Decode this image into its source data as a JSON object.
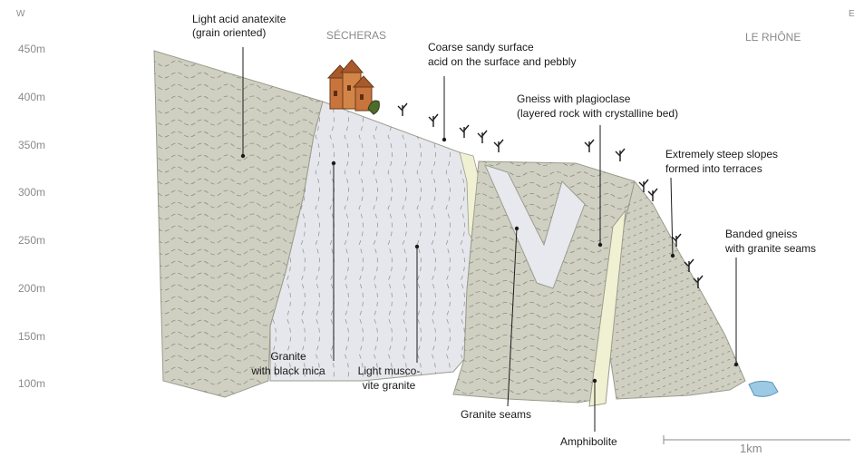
{
  "compass": {
    "west": "W",
    "east": "E"
  },
  "altitudes": [
    "450m",
    "400m",
    "350m",
    "300m",
    "250m",
    "200m",
    "150m",
    "100m"
  ],
  "places": {
    "village": "SÉCHERAS",
    "river": "LE RHÔNE"
  },
  "labels": {
    "anatexite_1": "Light acid anatexite",
    "anatexite_2": "(grain oriented)",
    "surface_1": "Coarse sandy surface",
    "surface_2": "acid on the surface and pebbly",
    "gneiss_1": "Gneiss with plagioclase",
    "gneiss_2": "(layered rock with crystalline bed)",
    "slopes_1": "Extremely steep slopes",
    "slopes_2": "formed into terraces",
    "banded_1": "Banded gneiss",
    "banded_2": "with granite seams",
    "granite_black_1": "Granite",
    "granite_black_2": "with black mica",
    "muscovite_1": "Light musco-",
    "muscovite_2": "vite granite",
    "seams": "Granite seams",
    "amphibolite": "Amphibolite"
  },
  "scale": {
    "label": "1km"
  },
  "colors": {
    "rock_greige": "#cfd0c1",
    "granite_light": "#e6e7ec",
    "seam_yellow": "#f0f1d2",
    "river": "#9cc9e4",
    "buildings": "#c8743c",
    "pattern": "#55584f"
  }
}
